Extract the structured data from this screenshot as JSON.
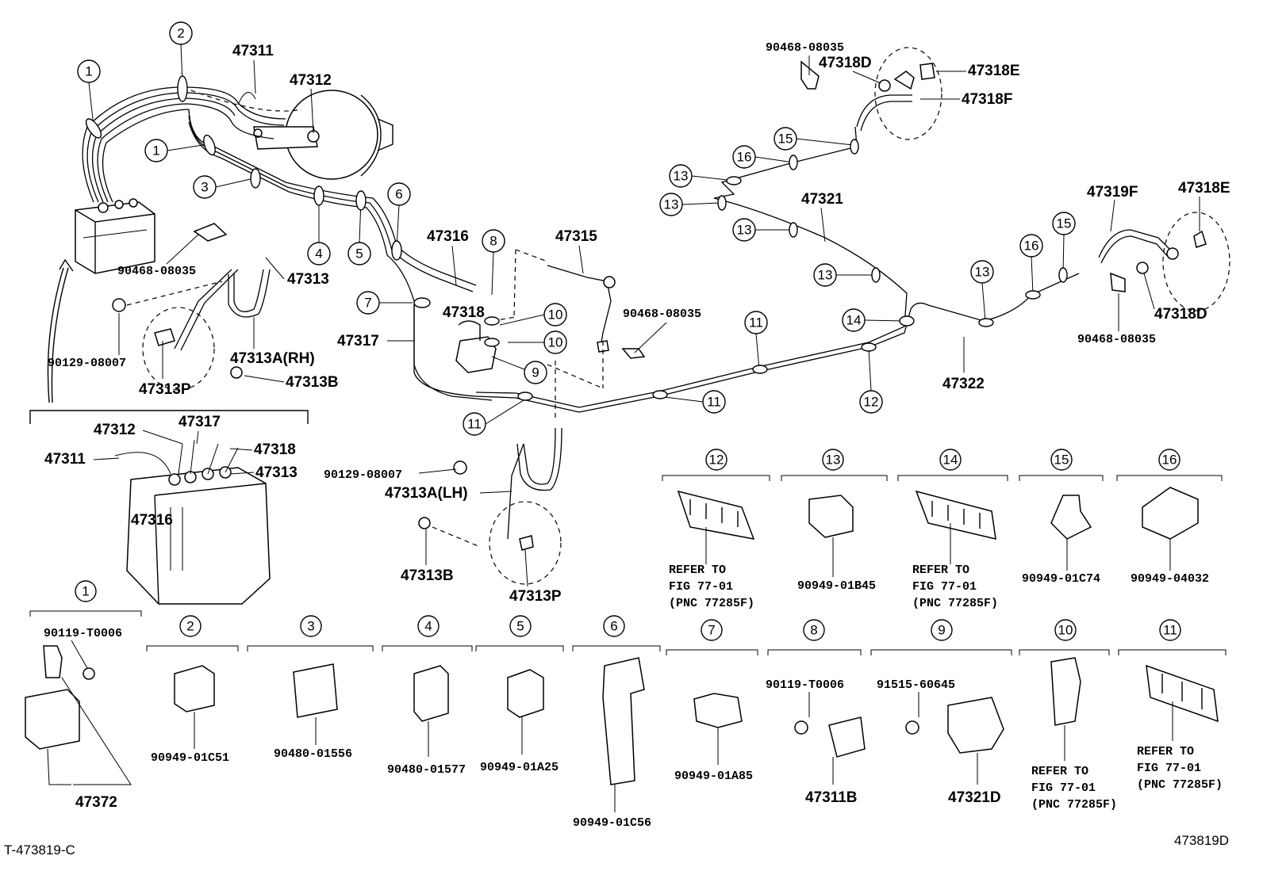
{
  "title_code": "T-473819-C",
  "figure_code": "473819D",
  "callouts": {
    "c1a": "1",
    "c2a": "2",
    "c1b": "1",
    "c3": "3",
    "c4": "4",
    "c5": "5",
    "c6": "6",
    "c8": "8",
    "c7": "7",
    "c10a": "10",
    "c10b": "10",
    "c9": "9",
    "c11a": "11",
    "c11b": "11",
    "c11c": "11",
    "c12": "12",
    "c13a": "13",
    "c13b": "13",
    "c13c": "13",
    "c13d": "13",
    "c13e": "13",
    "c14": "14",
    "c15a": "15",
    "c15b": "15",
    "c16a": "16",
    "c16b": "16"
  },
  "labels": {
    "p47311": "47311",
    "p47312": "47312",
    "p90468a": "90468-08035",
    "p47313": "47313",
    "p90129a": "90129-08007",
    "p47313arh": "47313A(RH)",
    "p47313pa": "47313P",
    "p47313ba": "47313B",
    "p47316": "47316",
    "p47318": "47318",
    "p47317": "47317",
    "p47315": "47315",
    "p90468b": "90468-08035",
    "p90468c": "90468-08035",
    "p47318d": "47318D",
    "p47318e": "47318E",
    "p47318f": "47318F",
    "p47321": "47321",
    "p47319f": "47319F",
    "p47318e2": "47318E",
    "p47318d2": "47318D",
    "p90468d": "90468-08035",
    "p47322": "47322",
    "p90129b": "90129-08007",
    "p47313alh": "47313A(LH)",
    "p47313bb": "47313B",
    "p47313pb": "47313P",
    "i47312": "47312",
    "i47317": "47317",
    "i47311": "47311",
    "i47318": "47318",
    "i47313": "47313",
    "i47316": "47316"
  },
  "legend": {
    "l1": {
      "num": "1",
      "bolt": "90119-T0006",
      "part": "47372"
    },
    "l2": {
      "num": "2",
      "part": "90949-01C51"
    },
    "l3": {
      "num": "3",
      "part": "90480-01556"
    },
    "l4": {
      "num": "4",
      "part": "90480-01577"
    },
    "l5": {
      "num": "5",
      "part": "90949-01A25"
    },
    "l6": {
      "num": "6",
      "part": "90949-01C56"
    },
    "l7": {
      "num": "7",
      "part": "90949-01A85"
    },
    "l8": {
      "num": "8",
      "bolt": "90119-T0006",
      "part": "47311B"
    },
    "l9": {
      "num": "9",
      "bolt": "91515-60645",
      "part": "47321D"
    },
    "l10": {
      "num": "10",
      "ref1": "REFER TO",
      "ref2": "FIG 77-01",
      "ref3": "(PNC 77285F)"
    },
    "l11": {
      "num": "11",
      "ref1": "REFER TO",
      "ref2": "FIG 77-01",
      "ref3": "(PNC 77285F)"
    },
    "l12": {
      "num": "12",
      "ref1": "REFER TO",
      "ref2": "FIG 77-01",
      "ref3": "(PNC 77285F)"
    },
    "l13": {
      "num": "13",
      "part": "90949-01B45"
    },
    "l14": {
      "num": "14",
      "ref1": "REFER TO",
      "ref2": "FIG 77-01",
      "ref3": "(PNC 77285F)"
    },
    "l15": {
      "num": "15",
      "part": "90949-01C74"
    },
    "l16": {
      "num": "16",
      "part": "90949-04032"
    }
  }
}
